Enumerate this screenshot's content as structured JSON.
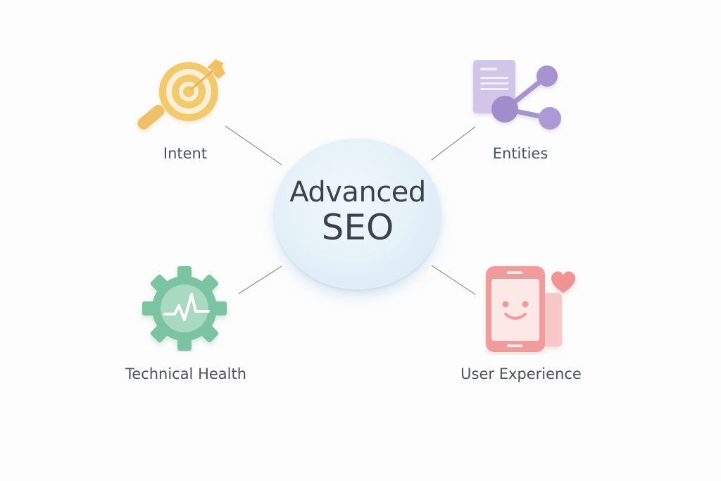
{
  "diagram": {
    "type": "hub-and-spoke mind map",
    "center": {
      "line1": "Advanced",
      "line2": "SEO",
      "color": "#e4f0f8"
    },
    "nodes": [
      {
        "id": "intent",
        "label": "Intent",
        "icon": "target-magnifier-icon",
        "color": "#f1c469",
        "position": "top-left"
      },
      {
        "id": "entities",
        "label": "Entities",
        "icon": "document-share-icon",
        "color": "#a996d0",
        "position": "top-right"
      },
      {
        "id": "technical-health",
        "label": "Technical Health",
        "icon": "gear-heartbeat-icon",
        "color": "#7fc4a4",
        "position": "bottom-left"
      },
      {
        "id": "user-experience",
        "label": "User Experience",
        "icon": "smiling-phone-heart-icon",
        "color": "#f29a9a",
        "position": "bottom-right"
      }
    ],
    "edges": [
      {
        "from": "center",
        "to": "intent"
      },
      {
        "from": "center",
        "to": "entities"
      },
      {
        "from": "center",
        "to": "technical-health"
      },
      {
        "from": "center",
        "to": "user-experience"
      }
    ]
  }
}
